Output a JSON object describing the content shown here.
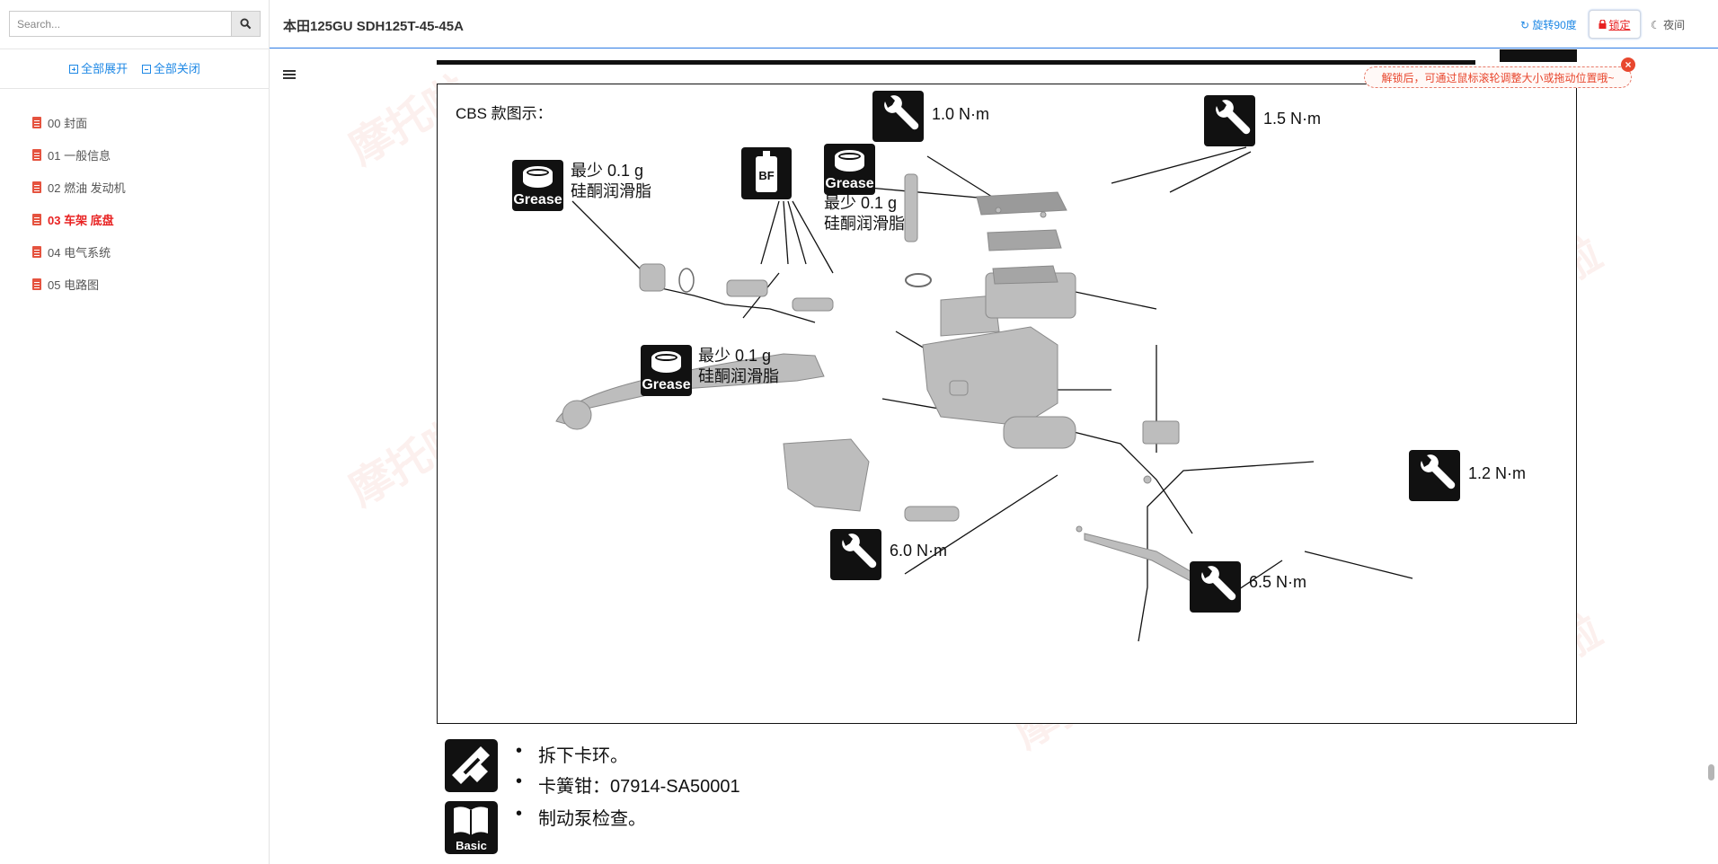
{
  "search": {
    "placeholder": "Search..."
  },
  "sidebar": {
    "expand_all": "全部展开",
    "collapse_all": "全部关闭",
    "items": [
      {
        "label": "00 封面",
        "active": false
      },
      {
        "label": "01 一般信息",
        "active": false
      },
      {
        "label": "02 燃油 发动机",
        "active": false
      },
      {
        "label": "03 车架 底盘",
        "active": true
      },
      {
        "label": "04 电气系统",
        "active": false
      },
      {
        "label": "05 电路图",
        "active": false
      }
    ]
  },
  "header": {
    "title": "本田125GU SDH125T-45-45A",
    "rotate": "旋转90度",
    "lock": "锁定",
    "night": "夜间"
  },
  "tooltip": {
    "text": "解锁后，可通过鼠标滚轮调整大小或拖动位置哦~",
    "close": "×"
  },
  "diagram": {
    "cbs_label": "CBS 款图示：",
    "grease_text": "Grease",
    "bf_text": "BF",
    "grease1": {
      "line1": "最少 0.1 g",
      "line2": "硅酮润滑脂"
    },
    "grease2": {
      "line1": "最少 0.1 g",
      "line2": "硅酮润滑脂"
    },
    "grease3": {
      "line1": "最少 0.1 g",
      "line2": "硅酮润滑脂"
    },
    "torques": {
      "t1": "1.0 N·m",
      "t2": "1.5 N·m",
      "t3": "1.2 N·m",
      "t4": "6.0 N·m",
      "t5": "6.5 N·m"
    }
  },
  "instructions": {
    "i1": "拆下卡环。",
    "i2": "卡簧钳：07914-SA50001",
    "i3": "制动泵检查。",
    "basic_label": "Basic"
  },
  "watermark": "摩托啦",
  "colors": {
    "accent": "#1e88e5",
    "active": "#e82121",
    "tooltip": "#e8472e"
  }
}
